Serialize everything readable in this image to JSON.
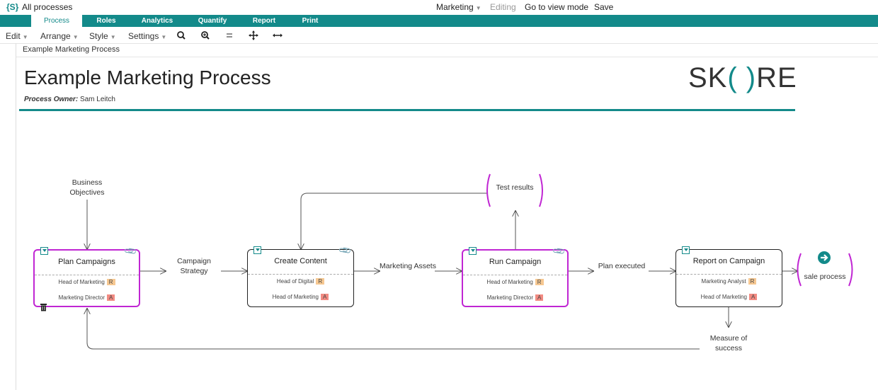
{
  "topbar": {
    "logo": "{S}",
    "all_processes": "All processes",
    "marketing": "Marketing",
    "editing": "Editing",
    "view_mode": "Go to view mode",
    "save": "Save"
  },
  "tabs": [
    "Process",
    "Roles",
    "Analytics",
    "Quantify",
    "Report",
    "Print"
  ],
  "toolbar": {
    "edit": "Edit",
    "arrange": "Arrange",
    "style": "Style",
    "settings": "Settings"
  },
  "breadcrumb": "Example Marketing Process",
  "process": {
    "title": "Example Marketing Process",
    "owner_label": "Process Owner:",
    "owner": "Sam Leitch",
    "brand_left": "SK",
    "brand_mid": "( )",
    "brand_right": "RE"
  },
  "boxes": [
    {
      "title": "Plan Campaigns",
      "role1": "Head of Marketing",
      "badge1": "R",
      "role2": "Marketing Director",
      "badge2": "A"
    },
    {
      "title": "Create Content",
      "role1": "Head of Digital",
      "badge1": "R",
      "role2": "Head of Marketing",
      "badge2": "A"
    },
    {
      "title": "Run Campaign",
      "role1": "Head of Marketing",
      "badge1": "R",
      "role2": "Marketing Director",
      "badge2": "A"
    },
    {
      "title": "Report on Campaign",
      "role1": "Marketing Analyst",
      "badge1": "R",
      "role2": "Head of Marketing",
      "badge2": "A"
    }
  ],
  "labels": {
    "business_objectives": "Business\nObjectives",
    "campaign_strategy": "Campaign\nStrategy",
    "marketing_assets": "Marketing Assets",
    "plan_executed": "Plan executed",
    "test_results": "Test results",
    "sale_process": "sale process",
    "measure_success": "Measure of\nsuccess"
  },
  "colors": {
    "accent": "#138a8a",
    "selection": "#c026d3",
    "responsible": "#f6c892",
    "accountable": "#f28b82"
  }
}
